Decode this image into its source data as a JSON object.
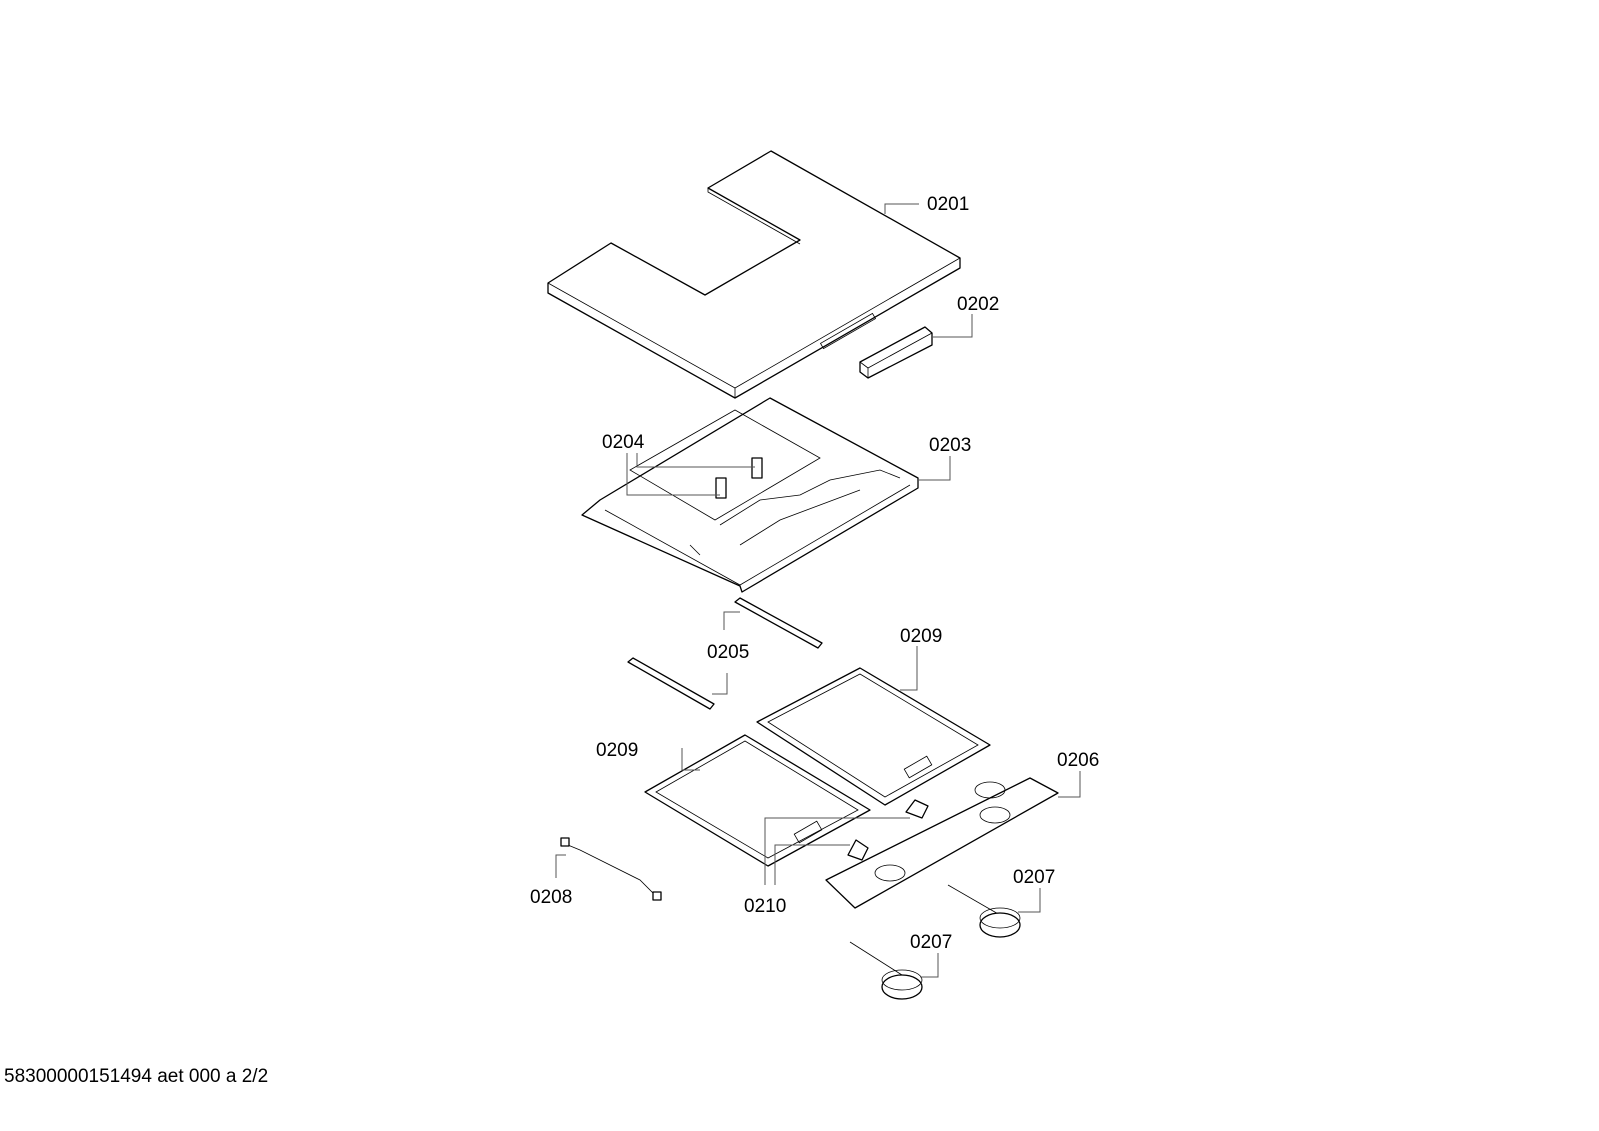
{
  "parts": {
    "p0201": "0201",
    "p0202": "0202",
    "p0203": "0203",
    "p0204": "0204",
    "p0205": "0205",
    "p0206": "0206",
    "p0207a": "0207",
    "p0207b": "0207",
    "p0208": "0208",
    "p0209a": "0209",
    "p0209b": "0209",
    "p0210": "0210"
  },
  "footer": "58300000151494 aet 000 a 2/2"
}
